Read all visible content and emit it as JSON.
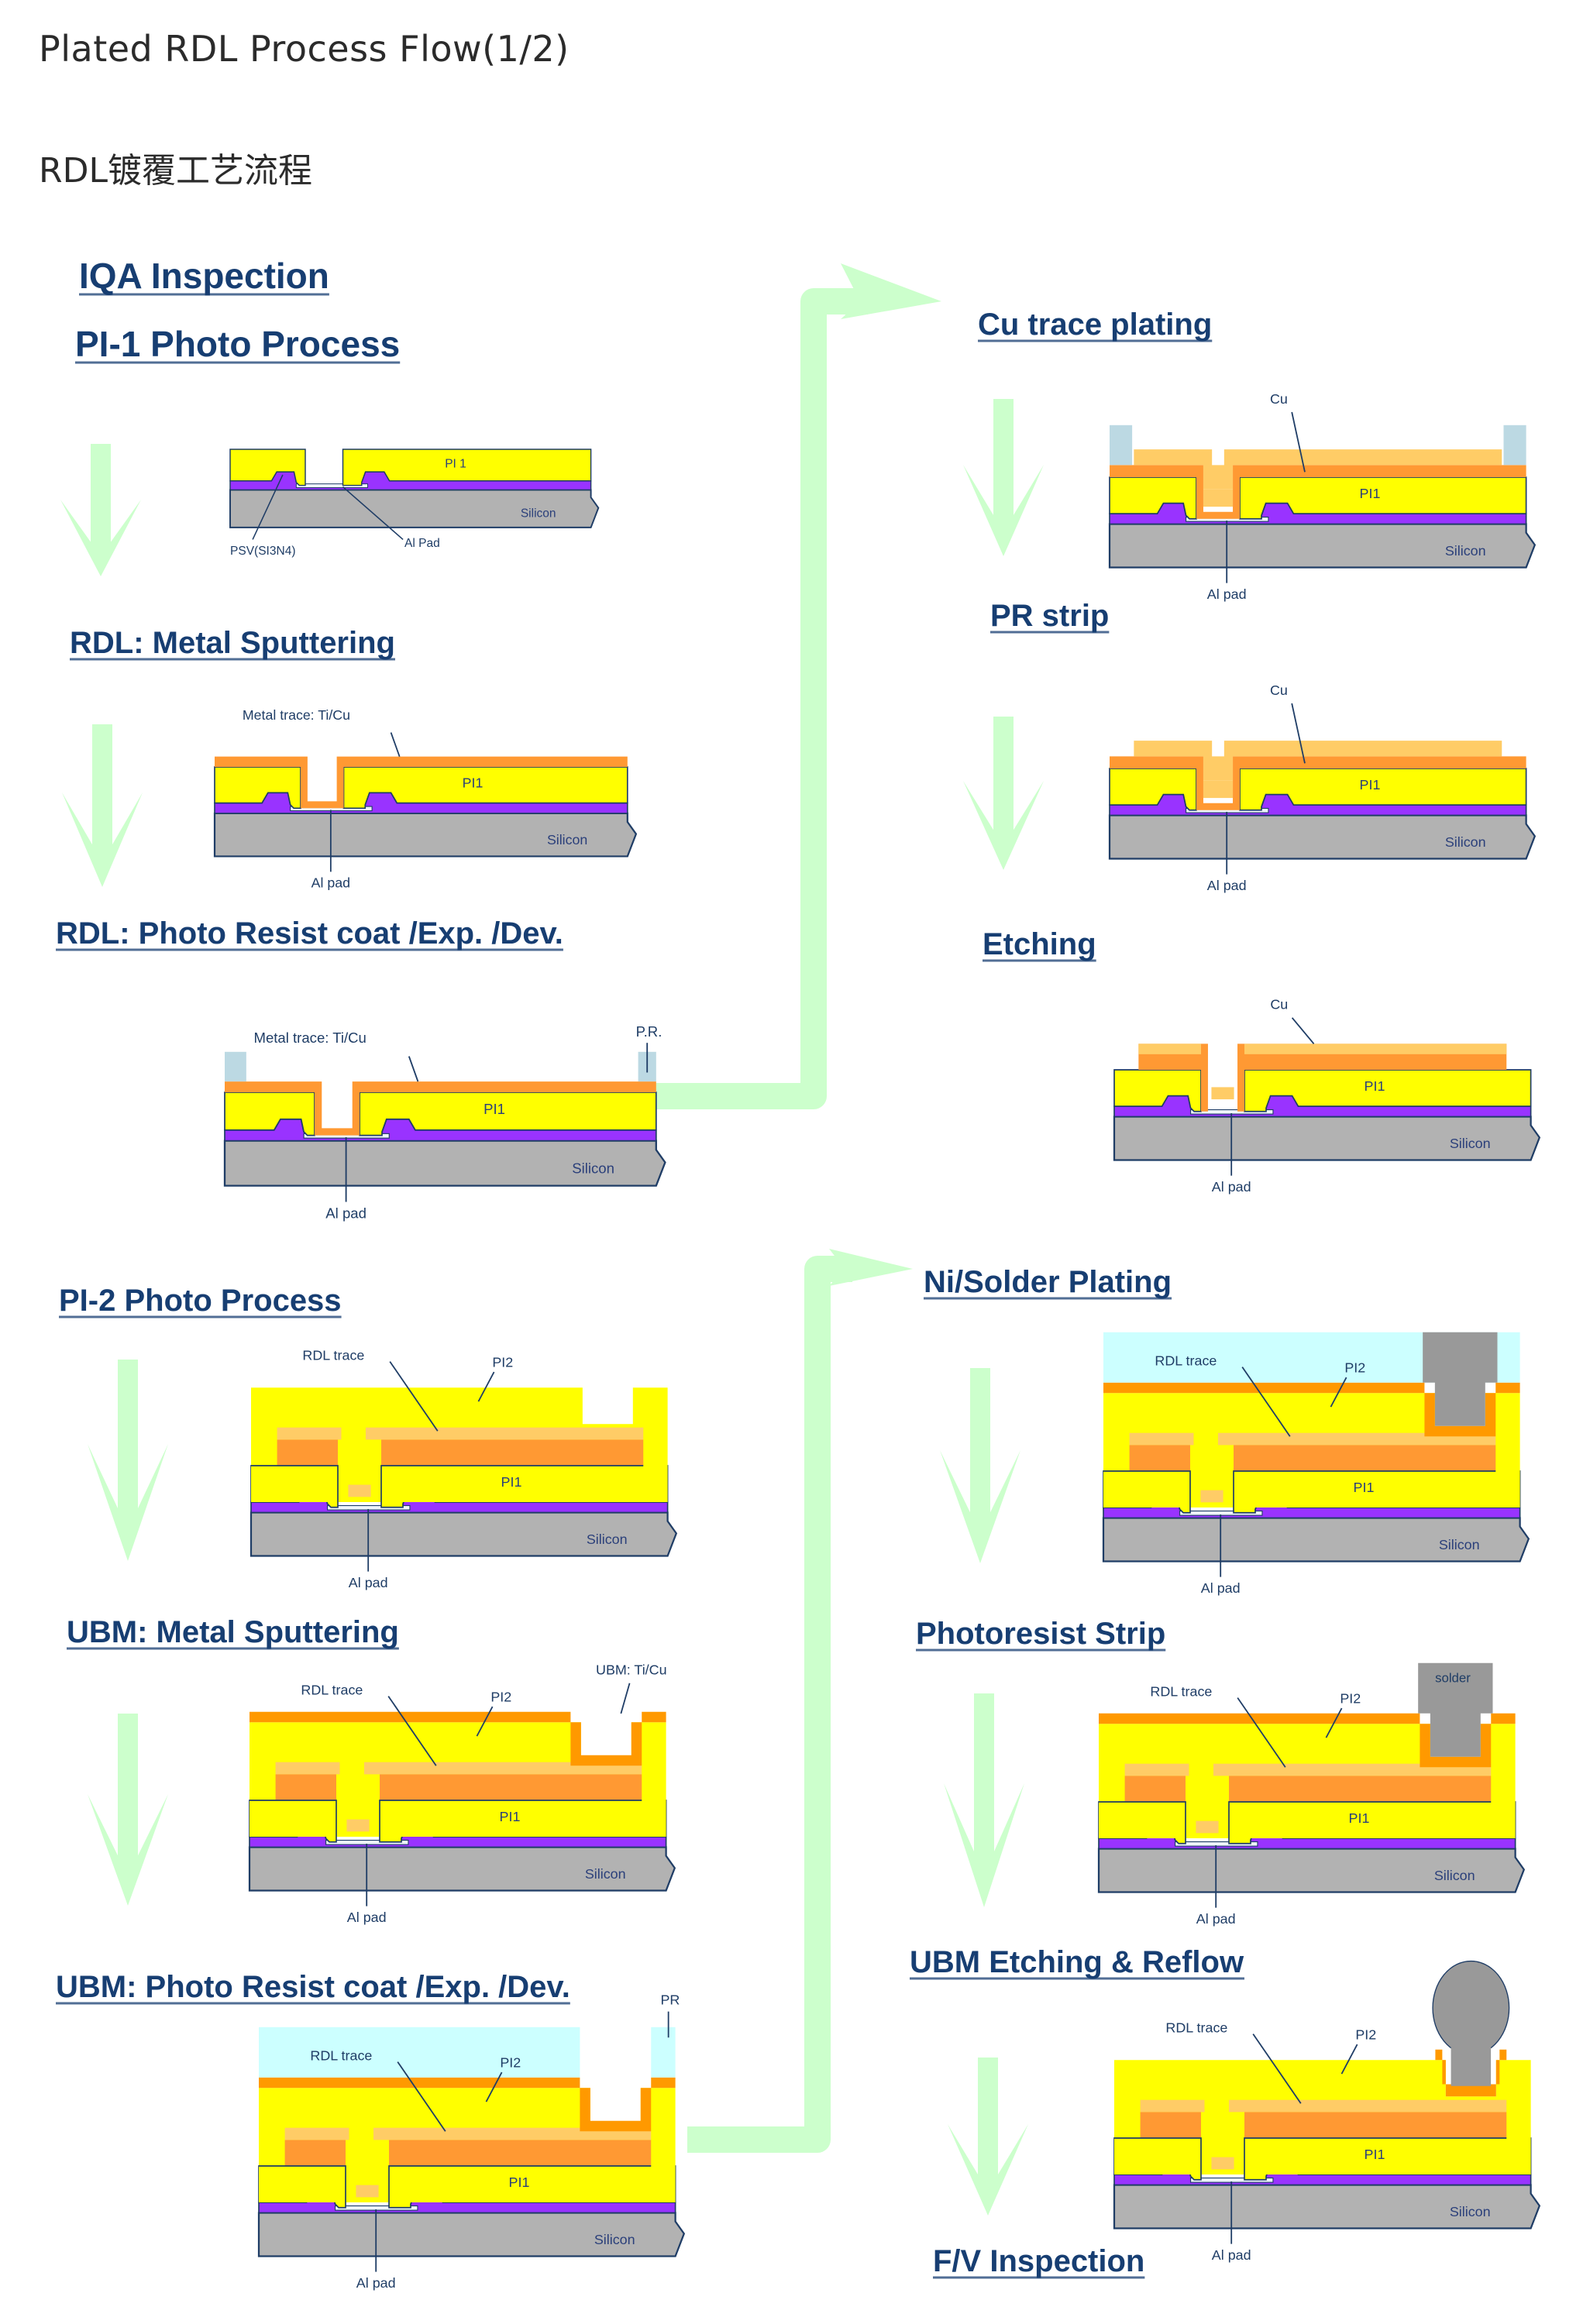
{
  "page": {
    "title": "Plated RDL Process Flow(1/2)",
    "subtitle": "RDL镀覆工艺流程"
  },
  "colors": {
    "heading": "#173e72",
    "arrow": "#ccffcc",
    "pi": "#ffff00",
    "psv": "#9933ff",
    "silicon": "#b2b2b2",
    "ticu": "#ff9933",
    "ticu_dark": "#ff9900",
    "cu": "#ffcc66",
    "pr": "#bcd9e3",
    "pr_light": "#ccffff",
    "solder": "#999999",
    "outline": "#1f3d66"
  },
  "steps": [
    {
      "id": "iqa",
      "heading": "IQA Inspection"
    },
    {
      "id": "pi1",
      "heading": "PI-1 Photo Process",
      "diagram": {
        "variant": "pi1",
        "labels": {
          "pi": "PI 1",
          "silicon": "Silicon",
          "psv": "PSV(SI3N4)",
          "pad": "Al Pad"
        }
      }
    },
    {
      "id": "rdl-sputter",
      "heading": "RDL: Metal Sputtering",
      "diagram": {
        "variant": "sputter",
        "labels": {
          "pi": "PI1",
          "silicon": "Silicon",
          "metal": "Metal trace: Ti/Cu",
          "pad": "Al pad"
        }
      }
    },
    {
      "id": "rdl-pr",
      "heading": "RDL: Photo Resist coat /Exp. /Dev.",
      "diagram": {
        "variant": "rdlpr",
        "labels": {
          "pi": "PI1",
          "silicon": "Silicon",
          "metal": "Metal trace: Ti/Cu",
          "pr": "P.R.",
          "pad": "Al pad"
        }
      }
    },
    {
      "id": "cu-plating",
      "heading": "Cu trace plating",
      "diagram": {
        "variant": "cuplate",
        "labels": {
          "pi": "PI1",
          "silicon": "Silicon",
          "cu": "Cu",
          "pad": "Al pad"
        }
      }
    },
    {
      "id": "pr-strip",
      "heading": "PR strip",
      "diagram": {
        "variant": "prstrip",
        "labels": {
          "pi": "PI1",
          "silicon": "Silicon",
          "cu": "Cu",
          "pad": "Al pad"
        }
      }
    },
    {
      "id": "etching",
      "heading": "Etching",
      "diagram": {
        "variant": "etch",
        "labels": {
          "pi": "PI1",
          "silicon": "Silicon",
          "cu": "Cu",
          "pad": "Al pad"
        }
      }
    },
    {
      "id": "pi2",
      "heading": "PI-2 Photo Process",
      "diagram": {
        "variant": "pi2",
        "labels": {
          "pi": "PI1",
          "pi2": "PI2",
          "silicon": "Silicon",
          "rdl": "RDL trace",
          "pad": "Al pad"
        }
      }
    },
    {
      "id": "ubm-sputter",
      "heading": "UBM: Metal Sputtering",
      "diagram": {
        "variant": "ubm",
        "labels": {
          "pi": "PI1",
          "pi2": "PI2",
          "silicon": "Silicon",
          "rdl": "RDL trace",
          "ubm": "UBM: Ti/Cu",
          "pad": "Al pad"
        }
      }
    },
    {
      "id": "ubm-pr",
      "heading": "UBM: Photo Resist coat /Exp. /Dev.",
      "diagram": {
        "variant": "ubmpr",
        "labels": {
          "pi": "PI1",
          "pi2": "PI2",
          "silicon": "Silicon",
          "rdl": "RDL trace",
          "pr": "PR",
          "pad": "Al pad"
        }
      }
    },
    {
      "id": "ni-solder",
      "heading": "Ni/Solder Plating",
      "diagram": {
        "variant": "solderplate",
        "labels": {
          "pi": "PI1",
          "pi2": "PI2",
          "silicon": "Silicon",
          "rdl": "RDL trace",
          "pad": "Al pad"
        }
      }
    },
    {
      "id": "pr-strip-2",
      "heading": "Photoresist Strip",
      "diagram": {
        "variant": "solderstrip",
        "labels": {
          "pi": "PI1",
          "pi2": "PI2",
          "silicon": "Silicon",
          "rdl": "RDL trace",
          "solder": "solder",
          "pad": "Al pad"
        }
      }
    },
    {
      "id": "ubm-etch",
      "heading": "UBM Etching & Reflow",
      "diagram": {
        "variant": "reflow",
        "labels": {
          "pi": "PI1",
          "pi2": "PI2",
          "silicon": "Silicon",
          "rdl": "RDL trace",
          "pad": "Al pad"
        }
      }
    },
    {
      "id": "fv",
      "heading": "F/V Inspection"
    }
  ]
}
